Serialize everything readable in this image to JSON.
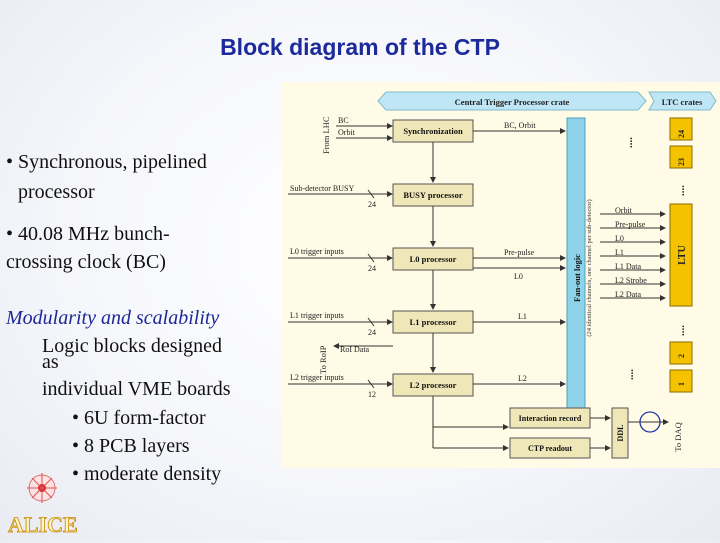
{
  "slide": {
    "title": "Block diagram of the CTP",
    "bullets": {
      "b1_line1": "• Synchronous, pipelined",
      "b1_line2": "processor",
      "b2_line1": "• 40.08 MHz bunch-",
      "b2_line2": "crossing clock (BC)",
      "modularity": "Modularity and scalability",
      "logic_line1": "Logic blocks designed",
      "logic_line2": "as",
      "logic_line3": "individual VME boards",
      "sub1": "• 6U form-factor",
      "sub2": "• 8 PCB layers",
      "sub3": "• moderate density"
    }
  },
  "diagram": {
    "crate_title": "Central Trigger Processor crate",
    "ltc_title": "LTC crates",
    "from_lhc": "From LHC",
    "bc": "BC",
    "orbit": "Orbit",
    "sync": "Synchronization",
    "bc_orbit": "BC, Orbit",
    "sub_busy": "Sub-detector BUSY",
    "busy_proc": "BUSY processor",
    "l0_inputs": "L0 trigger inputs",
    "l0_proc": "L0 processor",
    "l1_inputs": "L1 trigger inputs",
    "l1_proc": "L1 processor",
    "l2_inputs": "L2 trigger inputs",
    "l2_proc": "L2 processor",
    "n24a": "24",
    "n24b": "24",
    "n24c": "24",
    "n12": "12",
    "pre_pulse": "Pre-pulse",
    "l0": "L0",
    "l1": "L1",
    "l2": "L2",
    "to_rolp": "To RoIP",
    "roi_data": "RoI Data",
    "fanout": "Fan-out logic",
    "fanout_note": "(24 identical channels, one channel per sub-detector)",
    "sig_orbit": "Orbit",
    "sig_prepulse": "Pre-pulse",
    "sig_l0": "L0",
    "sig_l1": "L1",
    "sig_l1data": "L1 Data",
    "sig_l2strobe": "L2 Strobe",
    "sig_l2data": "L2 Data",
    "ltu": "LTU",
    "ltc24": "24",
    "ltc23": "23",
    "ltc2": "2",
    "ltc1": "1",
    "interaction": "Interaction record",
    "readout": "CTP readout",
    "ddl": "DDL",
    "to_daq": "To DAQ"
  },
  "colors": {
    "title": "#1c2a9c",
    "italic": "#1d2795",
    "board": "#efe7b8",
    "ltu": "#f5c200",
    "banner": "#bfe6f4",
    "fanout": "#8fd3ea"
  }
}
